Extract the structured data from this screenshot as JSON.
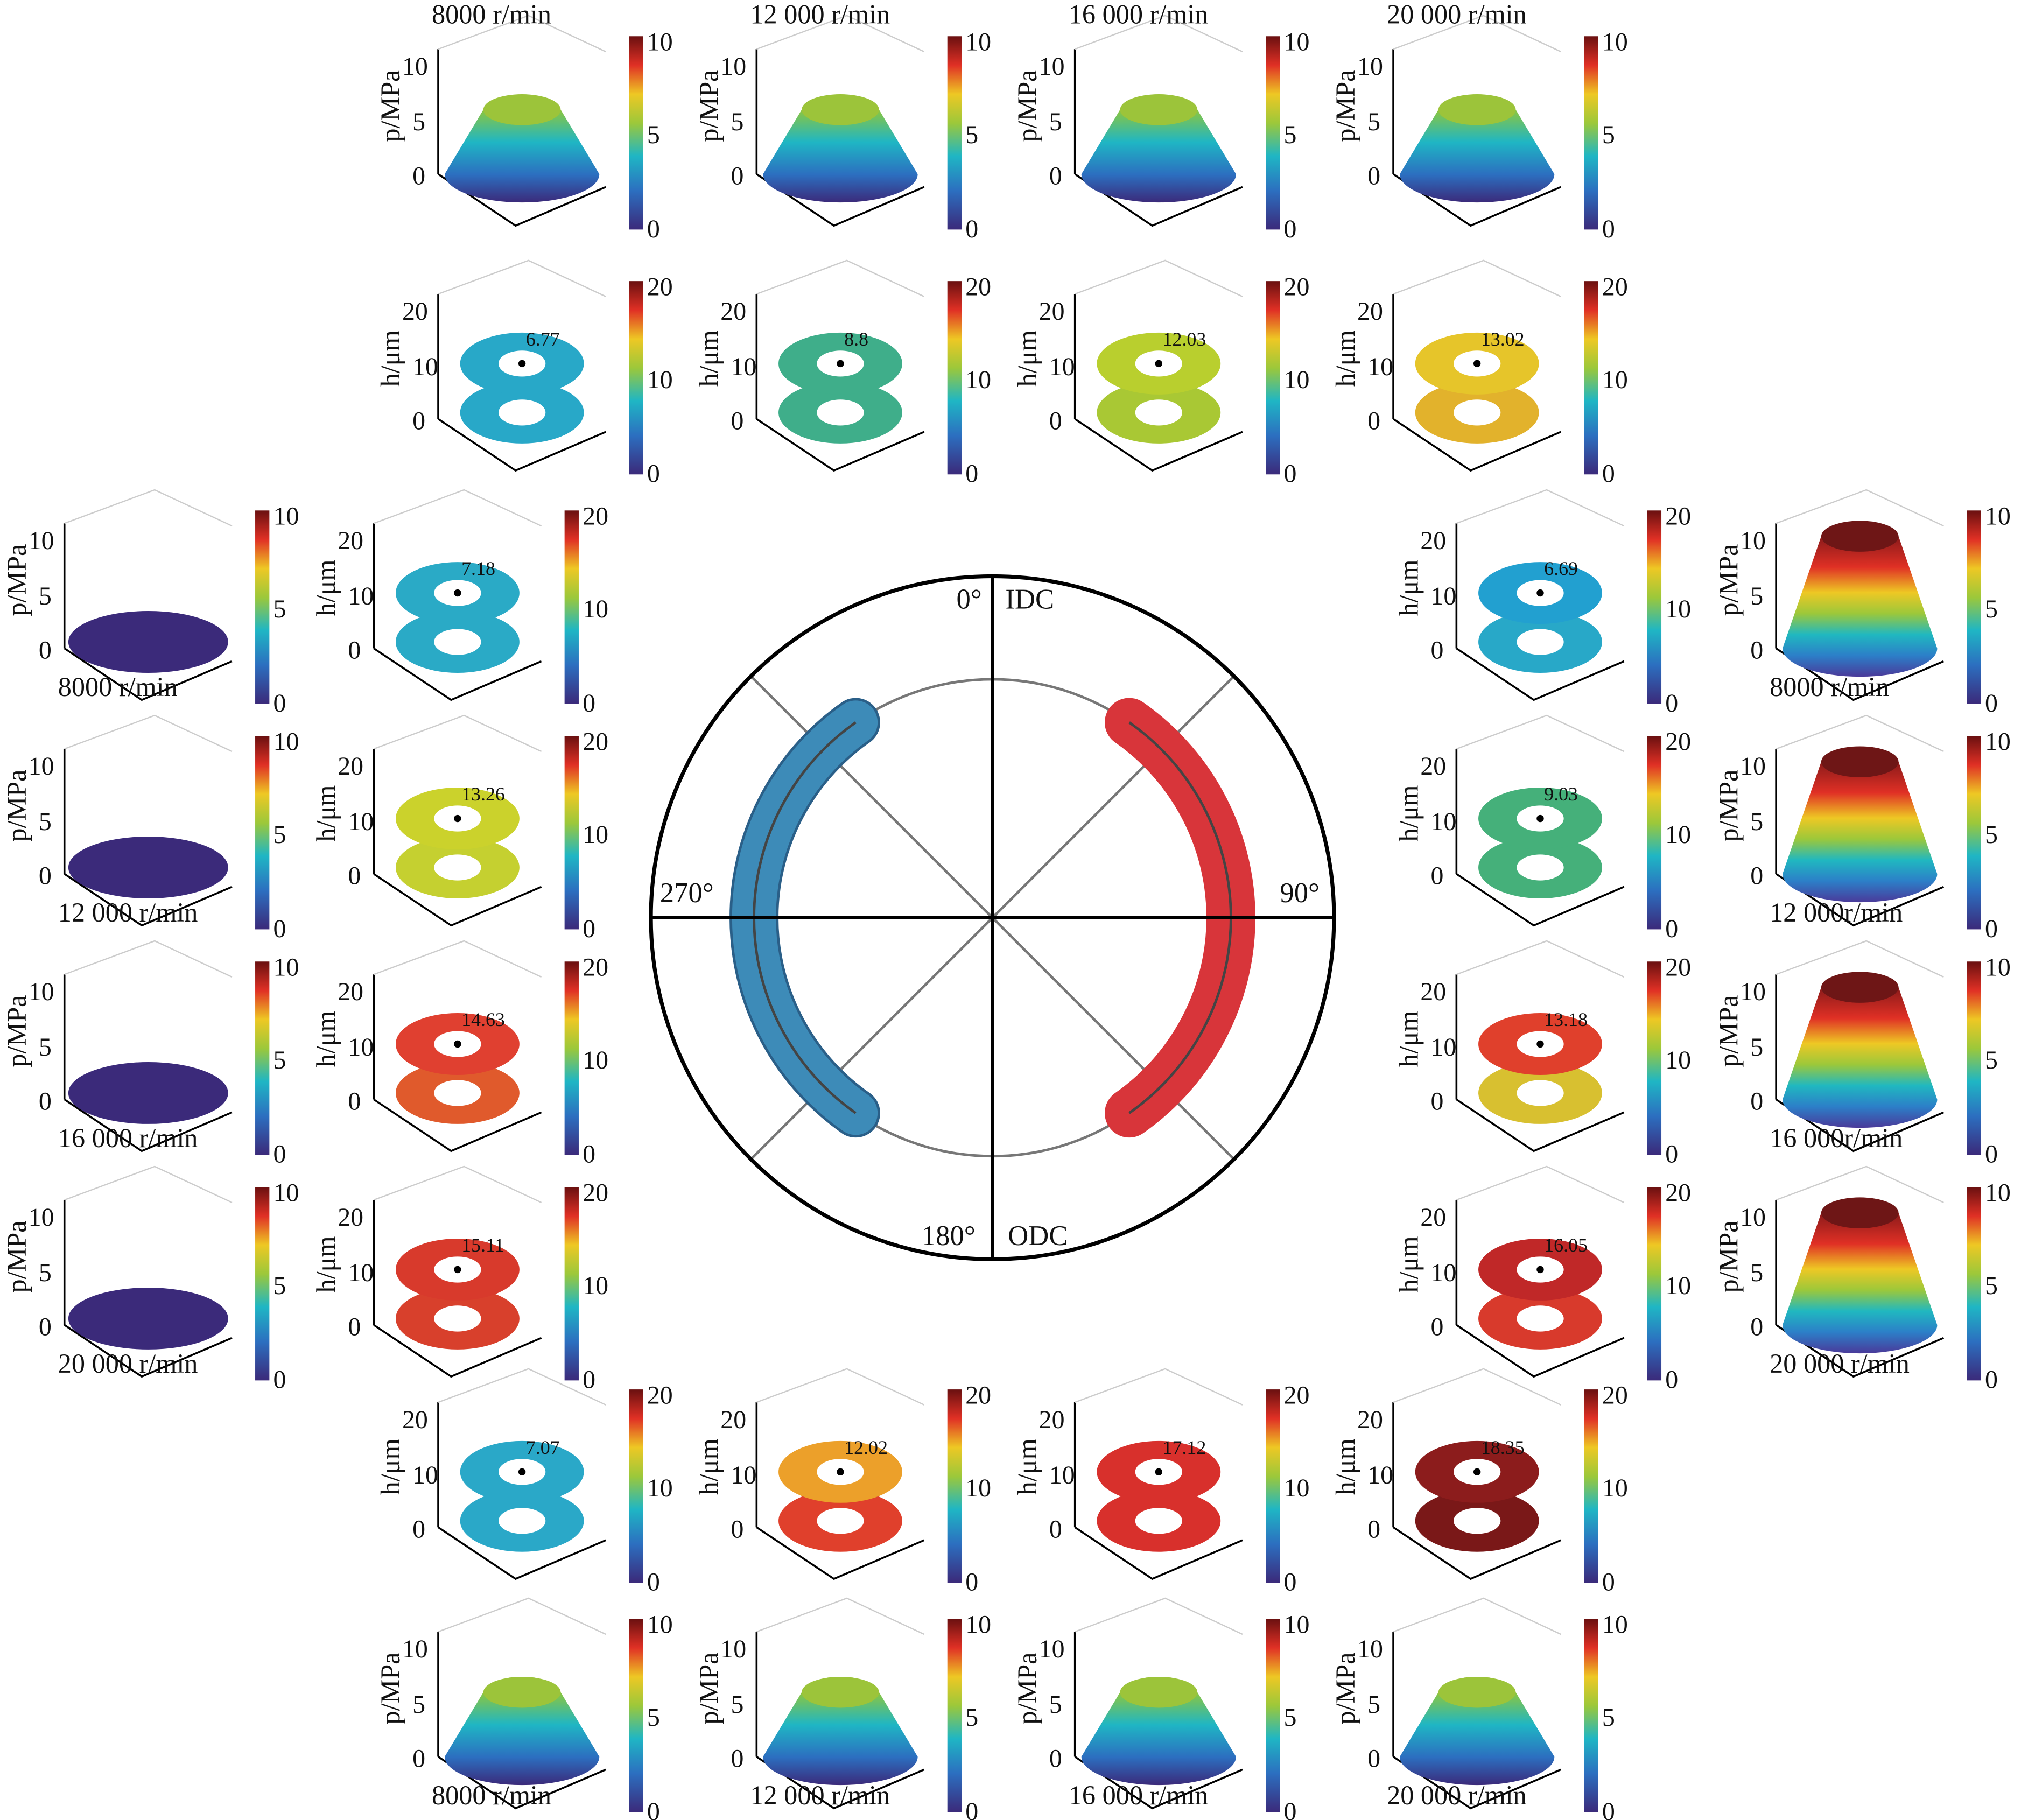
{
  "chart_data": {
    "type": "surface-grid",
    "title": "",
    "polar": {
      "labels": {
        "deg0": "0°",
        "idc": "IDC",
        "deg90": "90°",
        "deg180": "180°",
        "odc": "ODC",
        "deg270": "270°"
      },
      "arcs": [
        {
          "name": "left-arc",
          "color": "#3d8bb8",
          "from_deg": 215,
          "to_deg": 325
        },
        {
          "name": "right-arc",
          "color": "#d8353a",
          "from_deg": 35,
          "to_deg": 145
        }
      ]
    },
    "p_axis": {
      "label": "p/MPa",
      "ticks": [
        "0",
        "5",
        "10"
      ],
      "colorbar": {
        "min": 0,
        "max": 10,
        "ticks": [
          "0",
          "5",
          "10"
        ]
      }
    },
    "h_axis": {
      "label": "h/μm",
      "ticks": [
        "0",
        "10",
        "20"
      ],
      "colorbar": {
        "min": 0,
        "max": 20,
        "ticks": [
          "0",
          "10",
          "20"
        ]
      }
    },
    "groups": {
      "top": {
        "speeds": [
          "8000 r/min",
          "12 000 r/min",
          "16 000 r/min",
          "20 000 r/min"
        ],
        "h_values": [
          "6.77",
          "8.8",
          "12.03",
          "13.02"
        ],
        "h_colors": [
          [
            "#28a8c8",
            "#28a8c8"
          ],
          [
            "#3fae8a",
            "#3fae8a"
          ],
          [
            "#b9cf2e",
            "#a9c834"
          ],
          [
            "#e6c52a",
            "#e2b22c"
          ]
        ],
        "p_style": "green"
      },
      "left": {
        "speeds": [
          "8000 r/min",
          "12 000 r/min",
          "16 000 r/min",
          "20 000 r/min"
        ],
        "h_values": [
          "7.18",
          "13.26",
          "14.63",
          "15.11"
        ],
        "h_colors": [
          [
            "#2aaac6",
            "#2aaac6"
          ],
          [
            "#cbd22c",
            "#c5d030"
          ],
          [
            "#e04030",
            "#e05a2c"
          ],
          [
            "#d83a2c",
            "#d8402c"
          ]
        ],
        "p_style": "flat"
      },
      "right": {
        "speeds": [
          "8000 r/min",
          "12 000r/min",
          "16 000r/min",
          "20 000 r/min"
        ],
        "h_values": [
          "6.69",
          "9.03",
          "13.18",
          "16.05"
        ],
        "h_colors": [
          [
            "#22a0d0",
            "#28a8c8"
          ],
          [
            "#45b07a",
            "#45b07a"
          ],
          [
            "#e0402c",
            "#d8c030"
          ],
          [
            "#c02828",
            "#d83a2c"
          ]
        ],
        "p_style": "red"
      },
      "bottom": {
        "speeds": [
          "8000 r/min",
          "12 000 r/min",
          "16 000 r/min",
          "20 000 r/min"
        ],
        "h_values": [
          "7.07",
          "12.02",
          "17.12",
          "18.35"
        ],
        "h_colors": [
          [
            "#2aa8c8",
            "#2aa8c8"
          ],
          [
            "#eca02a",
            "#e0402c"
          ],
          [
            "#d8302c",
            "#d8302c"
          ],
          [
            "#8c1c1c",
            "#7a1818"
          ]
        ],
        "p_style": "green"
      }
    }
  }
}
